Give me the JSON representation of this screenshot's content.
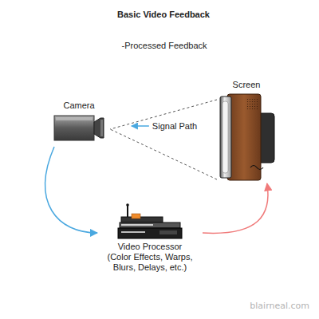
{
  "diagram": {
    "title": "Basic Video Feedback",
    "nodes": [
      {
        "text": [
          "Camera"
        ]
      },
      {
        "text": [
          "Screen"
        ]
      },
      {
        "text": [
          "Video Processor",
          "(Color Effects, Warps, Blurs, Delays, etc.)"
        ]
      }
    ],
    "edges": [
      {
        "from": 0,
        "to": 2,
        "arrow": "to"
      },
      {
        "from": 2,
        "to": 1,
        "arrow": "to"
      },
      {
        "from": 1,
        "to": 0,
        "label": "Signal Path",
        "arrow": "to"
      }
    ],
    "labels": [
      "-Processed Feedback",
      "blairneal.com"
    ]
  }
}
